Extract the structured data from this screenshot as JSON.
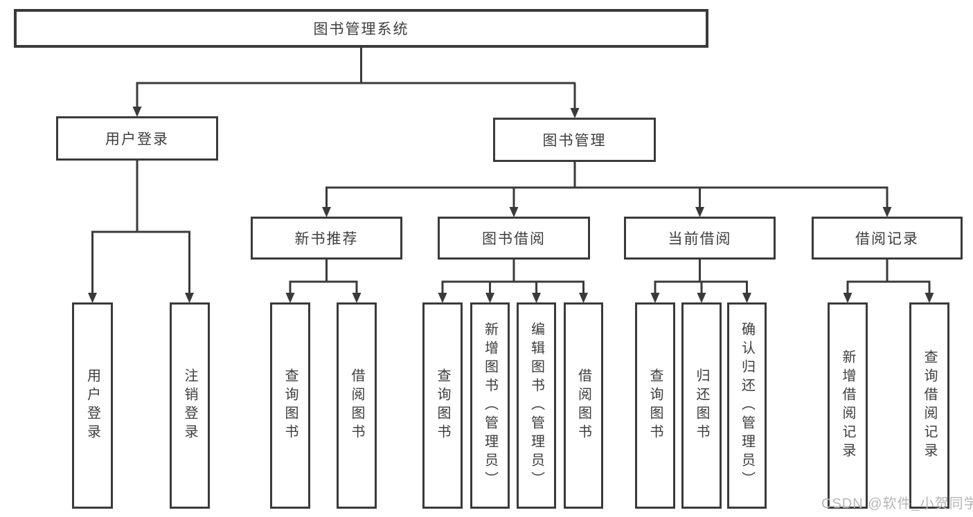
{
  "diagram": {
    "type": "tree",
    "root": {
      "label": "图书管理系统",
      "children": [
        {
          "label": "用户登录",
          "children": [
            {
              "label": "用户登录"
            },
            {
              "label": "注销登录"
            }
          ]
        },
        {
          "label": "图书管理",
          "children": [
            {
              "label": "新书推荐",
              "children": [
                {
                  "label": "查询图书"
                },
                {
                  "label": "借阅图书"
                }
              ]
            },
            {
              "label": "图书借阅",
              "children": [
                {
                  "label": "查询图书"
                },
                {
                  "label": "新增图书（管理员）"
                },
                {
                  "label": "编辑图书（管理员）"
                },
                {
                  "label": "借阅图书"
                }
              ]
            },
            {
              "label": "当前借阅",
              "children": [
                {
                  "label": "查询图书"
                },
                {
                  "label": "归还图书"
                },
                {
                  "label": "确认归还（管理员）"
                }
              ]
            },
            {
              "label": "借阅记录",
              "children": [
                {
                  "label": "新增借阅记录"
                },
                {
                  "label": "查询借阅记录"
                }
              ]
            }
          ]
        }
      ]
    }
  },
  "watermark": {
    "text": "CSDN @软件_小贺同学"
  },
  "colors": {
    "line": "#3a3a3a",
    "text": "#3d3d3d",
    "background": "#ffffff",
    "watermark": "#b6b6b6"
  }
}
